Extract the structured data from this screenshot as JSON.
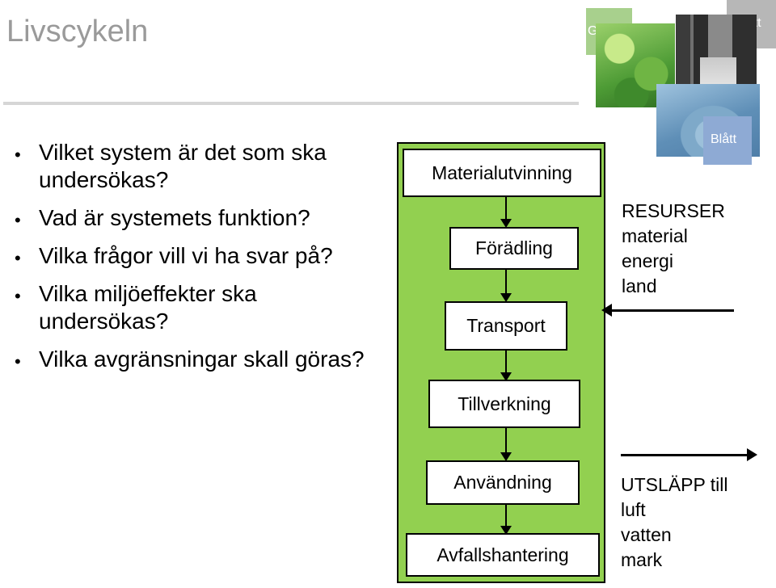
{
  "slide": {
    "title": "Livscykeln",
    "questions": [
      "Vilket system är det som ska undersökas?",
      "Vad är systemets funktion?",
      "Vilka frågor vill vi ha svar på?",
      "Vilka miljöeffekter ska undersökas?",
      "Vilka avgränsningar skall göras?"
    ]
  },
  "tiles": {
    "gront": "Grönt",
    "gratt": "Grått",
    "blatt": "Blått"
  },
  "flow": {
    "steps": [
      "Materialutvinning",
      "Förädling",
      "Transport",
      "Tillverkning",
      "Användning",
      "Avfallshantering"
    ]
  },
  "resources": {
    "heading": "RESURSER",
    "items": [
      "material",
      "energi",
      "land"
    ]
  },
  "emissions": {
    "heading": "UTSLÄPP till",
    "items": [
      "luft",
      "vatten",
      "mark"
    ]
  },
  "colors": {
    "flow_fill": "#92d050",
    "green_tile": "#a8d08d",
    "grey_tile": "#b7b7b7",
    "blue_tile": "#8eaad4",
    "title": "#9a9a9a"
  }
}
